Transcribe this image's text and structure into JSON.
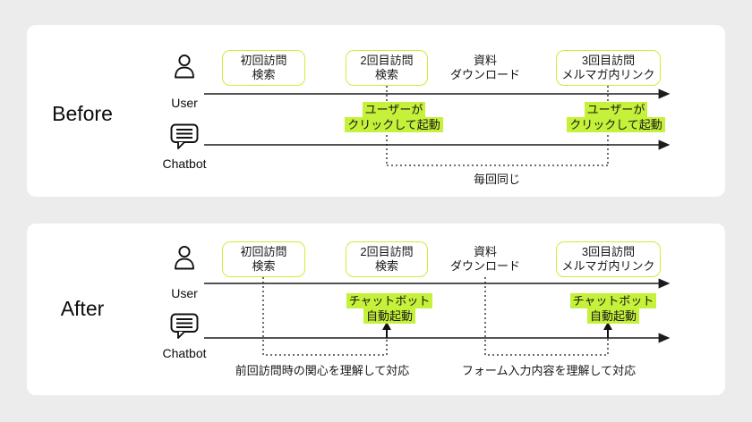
{
  "colors": {
    "accent": "#c6f13a",
    "background": "#ececec",
    "panel": "#ffffff",
    "line": "#2a2a2a"
  },
  "before": {
    "label": "Before",
    "user_label": "User",
    "chatbot_label": "Chatbot",
    "events": [
      {
        "line1": "初回訪問",
        "line2": "検索"
      },
      {
        "line1": "2回目訪問",
        "line2": "検索"
      },
      {
        "line1": "資料",
        "line2": "ダウンロード"
      },
      {
        "line1": "3回目訪問",
        "line2": "メルマガ内リンク"
      }
    ],
    "callouts": [
      {
        "line1": "ユーザーが",
        "line2": "クリックして起動"
      },
      {
        "line1": "ユーザーが",
        "line2": "クリックして起動"
      }
    ],
    "note": "毎回同じ"
  },
  "after": {
    "label": "After",
    "user_label": "User",
    "chatbot_label": "Chatbot",
    "events": [
      {
        "line1": "初回訪問",
        "line2": "検索"
      },
      {
        "line1": "2回目訪問",
        "line2": "検索"
      },
      {
        "line1": "資料",
        "line2": "ダウンロード"
      },
      {
        "line1": "3回目訪問",
        "line2": "メルマガ内リンク"
      }
    ],
    "callouts": [
      {
        "line1": "チャットボット",
        "line2": "自動起動"
      },
      {
        "line1": "チャットボット",
        "line2": "自動起動"
      }
    ],
    "notes": [
      "前回訪問時の関心を理解して対応",
      "フォーム入力内容を理解して対応"
    ]
  }
}
